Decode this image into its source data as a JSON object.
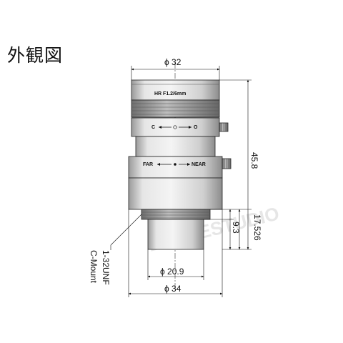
{
  "title": "外観図",
  "lens_label": "HR F1.2/6mm",
  "iris_ring": {
    "close": "C",
    "open": "O"
  },
  "focus_ring": {
    "far": "FAR",
    "near": "NEAR"
  },
  "dimensions": {
    "top_diameter": "ϕ 32",
    "total_length": "45.8",
    "flange_length": "17.526",
    "mount_length": "9.3",
    "mount_diameter": "ϕ 20.9",
    "body_diameter": "ϕ 34"
  },
  "mount_callout": {
    "thread": "1-32UNF",
    "type": "C-Mount"
  },
  "watermark": "LOUPESTUDIO",
  "colors": {
    "line": "#1a1a1a",
    "fill_dark": "#8d8d8d",
    "fill_light": "#d9d9d9",
    "fill_mid": "#b8b8b8"
  }
}
